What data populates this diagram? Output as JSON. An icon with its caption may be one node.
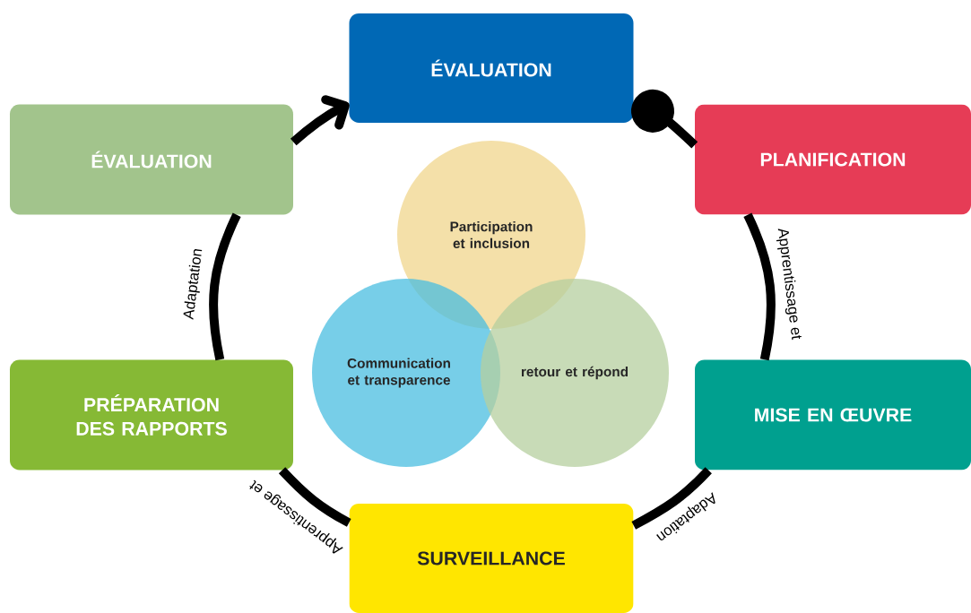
{
  "diagram": {
    "nodes": [
      {
        "text": [
          "ÉVALUATION"
        ]
      },
      {
        "text": [
          "PLANIFICATION"
        ]
      },
      {
        "text": [
          "MISE EN ŒUVRE"
        ]
      },
      {
        "text": [
          "SURVEILLANCE"
        ]
      },
      {
        "text": [
          "PRÉPARATION DES RAPPORTS"
        ]
      },
      {
        "text": [
          "ÉVALUATION"
        ]
      },
      {
        "text": [
          "Participation et inclusion"
        ]
      },
      {
        "text": [
          "Communication et transparence"
        ]
      },
      {
        "text": [
          "retour et répond"
        ]
      }
    ],
    "edges": [
      {
        "from": 0,
        "to": 1,
        "arrow": "other"
      },
      {
        "from": 1,
        "to": 2,
        "arrow": "none",
        "label": "Apprentissage et"
      },
      {
        "from": 2,
        "to": 3,
        "arrow": "none",
        "label": "Adaptation"
      },
      {
        "from": 3,
        "to": 4,
        "arrow": "none",
        "label": "Apprentissage et"
      },
      {
        "from": 4,
        "to": 5,
        "arrow": "none",
        "label": "Adaptation"
      },
      {
        "from": 5,
        "to": 0,
        "arrow": "to"
      }
    ]
  }
}
